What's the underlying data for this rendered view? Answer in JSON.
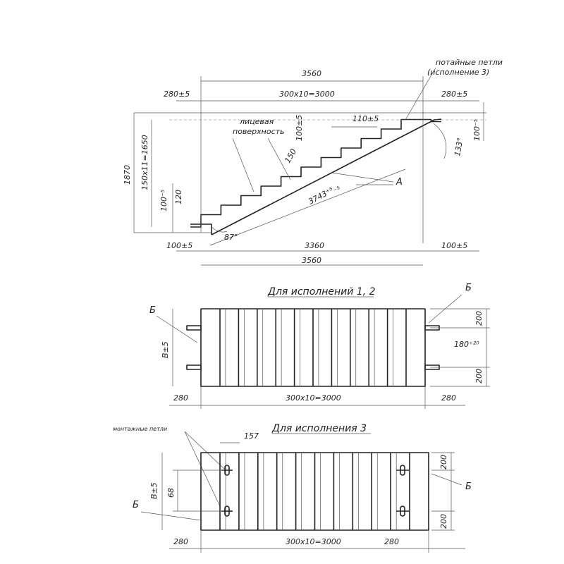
{
  "side_view": {
    "dim_total_top": "3560",
    "dim_left_top": "280±5",
    "dim_middle_top": "300х10=3000",
    "dim_right_top": "280±5",
    "note_hidden_loops_1": "потайные петли",
    "note_hidden_loops_2": "(исполнение 3)",
    "note_face_1": "лицевая",
    "note_face_2": "поверхность",
    "dim_step_110": "110±5",
    "dim_100_a": "100±5",
    "dim_150": "150",
    "dim_height_total": "1870",
    "dim_height_steps": "150х11=1650",
    "dim_100_left": "100⁻⁵",
    "dim_120": "120",
    "dim_100_right": "100⁻⁵",
    "angle_133": "133°",
    "dim_slope": "3743⁺⁵₋₅",
    "label_A": "A",
    "angle_87": "87°",
    "dim_bottom_left": "100±5",
    "dim_bottom_mid": "3360",
    "dim_bottom_right": "100±5",
    "dim_bottom_total": "3560"
  },
  "plan_12": {
    "title": "Для исполнений 1, 2",
    "label_B_left": "Б",
    "label_B_right": "Б",
    "dim_width": "В±5",
    "dim_200_top": "200",
    "dim_180": "180⁺²⁰",
    "dim_200_bottom": "200",
    "dim_left": "280",
    "dim_middle": "300х10=3000",
    "dim_right": "280"
  },
  "plan_3": {
    "title": "Для исполнения 3",
    "note_loops": "монтажные петли",
    "dim_157": "157",
    "dim_width": "В±5",
    "dim_68": "68",
    "label_B_left": "Б",
    "label_B_right": "Б",
    "dim_200_top": "200",
    "dim_200_bottom": "200",
    "dim_left": "280",
    "dim_middle": "300х10=3000",
    "dim_right": "280"
  }
}
